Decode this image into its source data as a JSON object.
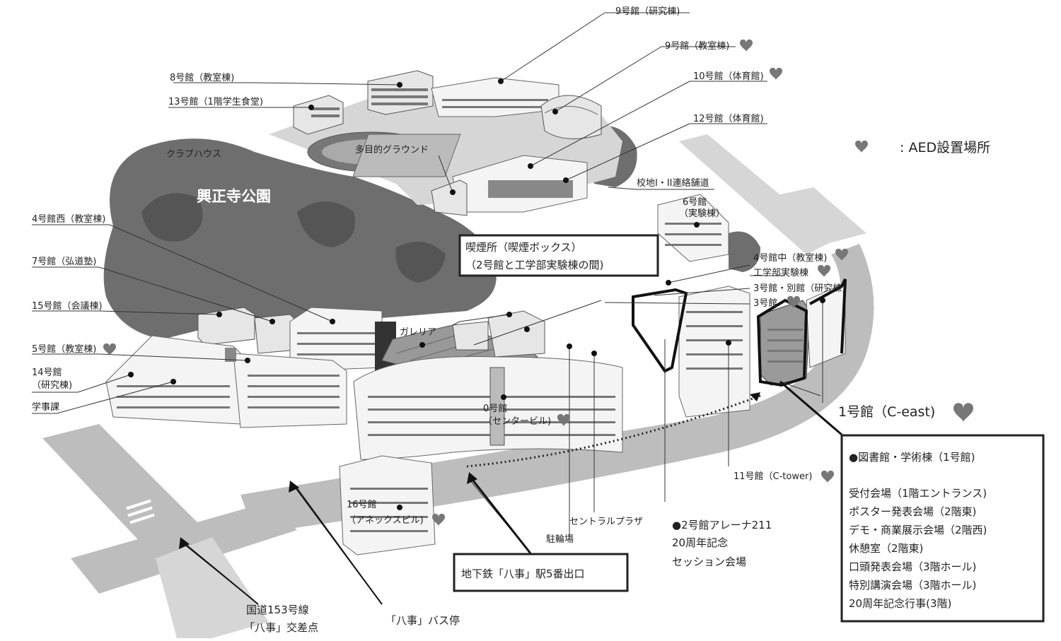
{
  "legend": {
    "aed": ": AED設置場所"
  },
  "park": "興正寺公園",
  "labels": {
    "b9_research": "9号館（研究棟)",
    "b9_class": "9号館（教室棟)",
    "b8": "8号館（教室棟)",
    "b13": "13号館（1階学生食堂)",
    "b10": "10号館（体育館)",
    "b12": "12号館（体育館)",
    "field": "多目的グラウンド",
    "club": "クラブハウス",
    "bridge": "校地I・II連絡舗道",
    "b6_l1": "6号館",
    "b6_l2": "（実験棟）",
    "b4w": "4号館西（教室棟)",
    "b7": "7号館（弘道塾)",
    "b15": "15号館（会議棟)",
    "b5": "5号館（教室棟)",
    "b14_l1": "14号館",
    "b14_l2": "（研究棟)",
    "gakuji": "学事課",
    "galleria": "ガレリア",
    "b4m": "4号館中（教室棟)",
    "eng": "工学部実験棟",
    "b3_annex": "3号館・別館（研究棟)",
    "b3": "3号館",
    "b0_l1": "0号館",
    "b0_l2": "（センタービル)",
    "b16_l1": "16号館",
    "b16_l2": "（アネックスビル)",
    "central": "セントラルプラザ",
    "bike": "駐輪場",
    "b11": "11号館（C-tower)",
    "b1": "1号館（C-east)"
  },
  "smoking": {
    "line1": "喫煙所（喫煙ボックス）",
    "line2": "（2号館と工学部実験棟の間)"
  },
  "arena": {
    "line1": "●2号館アレーナ211",
    "line2": "20周年記念",
    "line3": "セッション会場"
  },
  "subway": "地下鉄「八事」駅5番出口",
  "bus": "「八事」バス停",
  "crossing": {
    "line1": "国道153号線",
    "line2": "「八事」交差点"
  },
  "library": {
    "title": "●図書館・学術棟（1号館)",
    "items": [
      "受付会場（1階エントランス)",
      "ポスター発表会場（2階東)",
      "デモ・商業展示会場（2階西)",
      "休憩室（2階東)",
      "口頭発表会場（3階ホール)",
      "特別講演会場（3階ホール)",
      "20周年記念行事(3階)"
    ]
  }
}
